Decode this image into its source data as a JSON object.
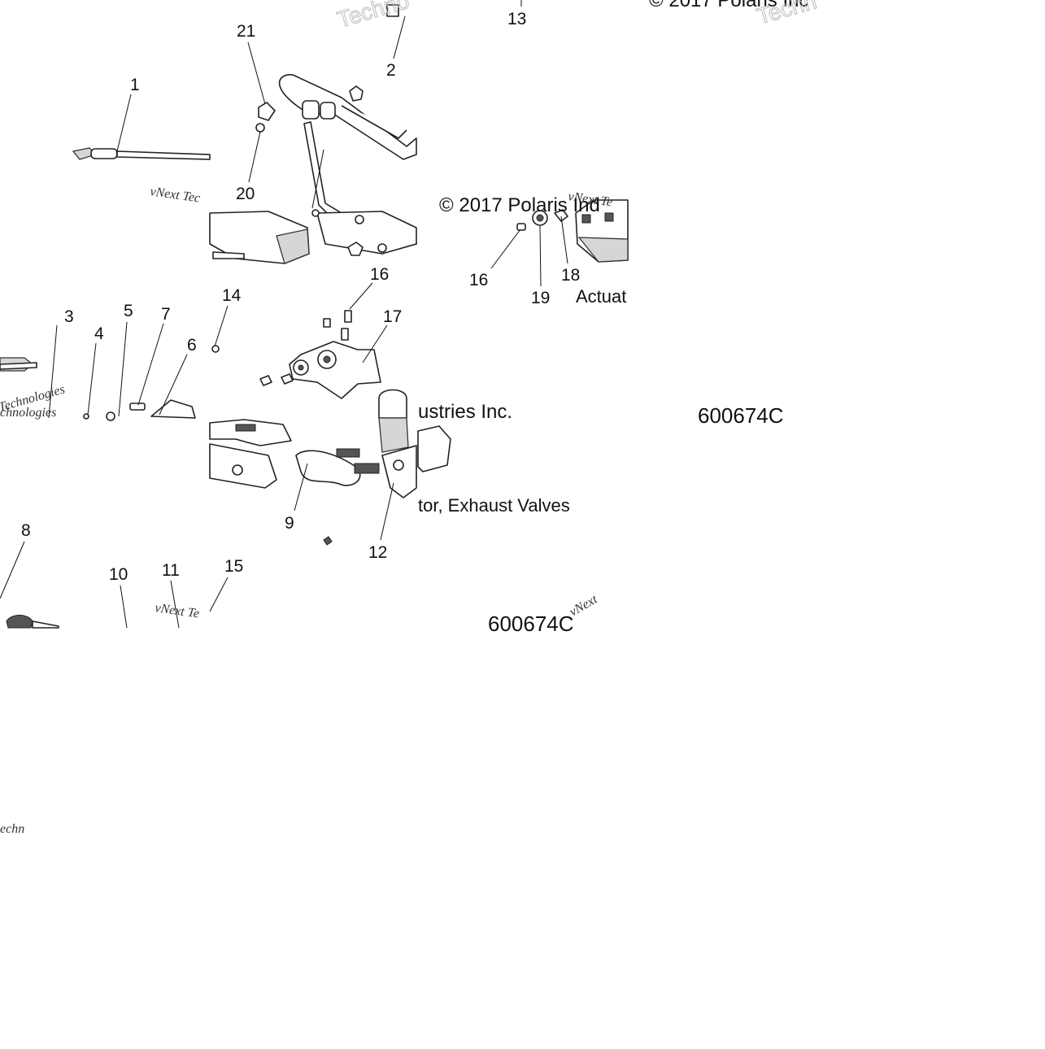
{
  "callouts": [
    "1",
    "2",
    "3",
    "4",
    "5",
    "6",
    "7",
    "8",
    "9",
    "10",
    "11",
    "12",
    "13",
    "14",
    "15",
    "16",
    "16",
    "17",
    "18",
    "19",
    "20",
    "21"
  ],
  "caption_fragments": [
    "Actuat",
    "tor, Exhaust Valves"
  ],
  "copyright_fragments": [
    "© 2017 Polaris Ind",
    "© 2017 Polaris Inc",
    "ustries Inc."
  ],
  "drawing_codes": [
    "600674C",
    "600674C"
  ],
  "watermarks": [
    "vNext Tec",
    "vNext Te",
    "vNext Te",
    "vNext",
    "Techno",
    "Technologies",
    "chnologies",
    "echn",
    "Techn"
  ],
  "colors": {
    "line": "#111111",
    "background": "#ffffff",
    "fill_grey": "#d6d6d6"
  }
}
